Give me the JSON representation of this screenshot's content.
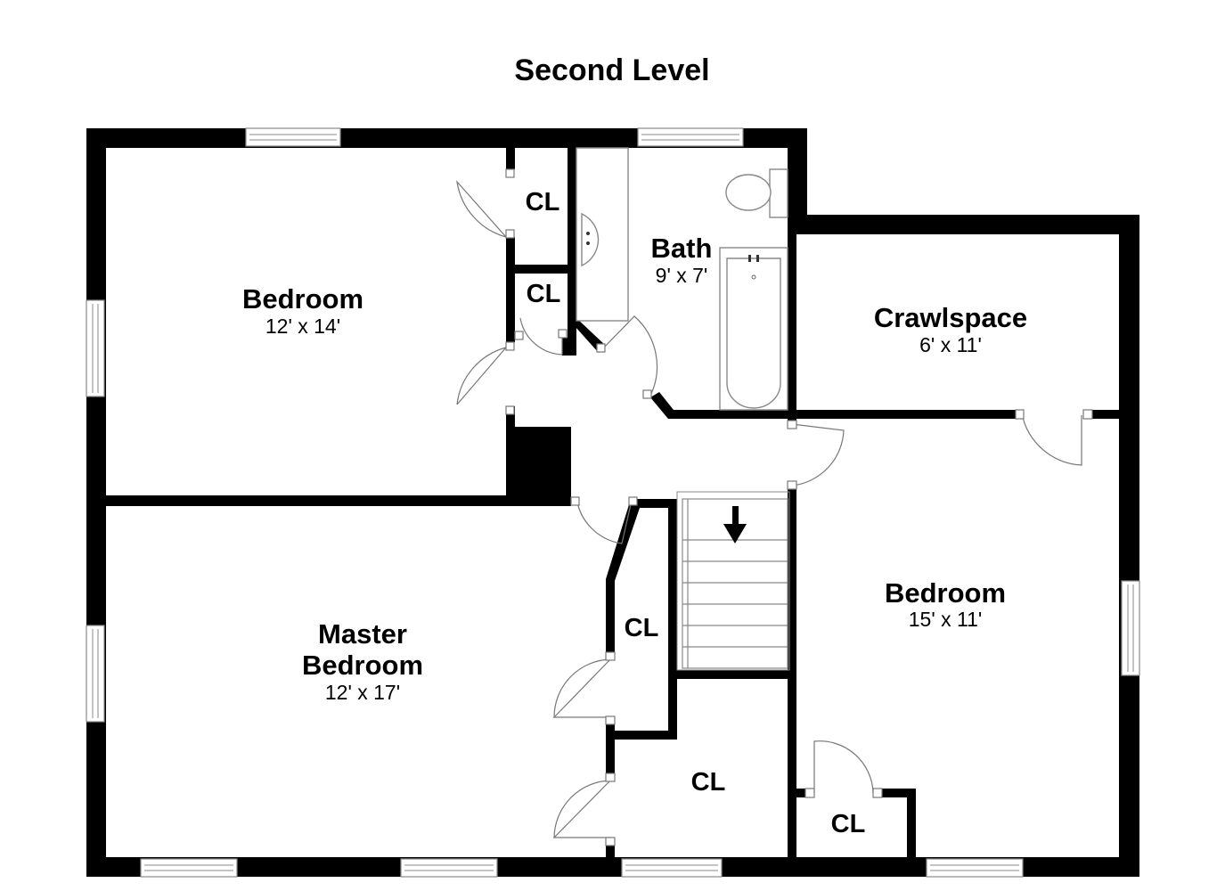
{
  "title": "Second Level",
  "rooms": {
    "bedroom_nw": {
      "name": "Bedroom",
      "dims": "12' x 14'"
    },
    "bath": {
      "name": "Bath",
      "dims": "9' x 7'"
    },
    "crawlspace": {
      "name": "Crawlspace",
      "dims": "6' x 11'"
    },
    "master": {
      "name_line1": "Master",
      "name_line2": "Bedroom",
      "dims": "12' x 17'"
    },
    "bedroom_e": {
      "name": "Bedroom",
      "dims": "15' x 11'"
    }
  },
  "closets": {
    "cl_1": "CL",
    "cl_2": "CL",
    "cl_3": "CL",
    "cl_4": "CL",
    "cl_5": "CL"
  },
  "icons": {
    "stairs_arrow": "down-arrow-icon"
  }
}
